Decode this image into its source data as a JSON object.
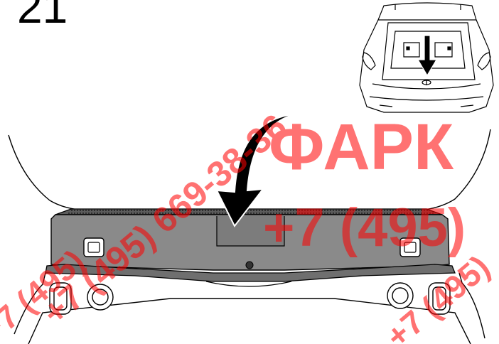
{
  "step": {
    "number": "21"
  },
  "watermark": {
    "brand": "ФАРК",
    "phone_diagonal": "+7 (495) 669-38-36",
    "phone_bold": "+7 (495)",
    "phone_corner_left": "+7 (495)",
    "phone_corner_right": "+7 (495)",
    "color": "#ff0000"
  },
  "icons": {
    "arrow_main": "curved-arrow-down-icon",
    "arrow_inset": "straight-arrow-down-icon"
  },
  "colors": {
    "panel_fill": "#8a8a8a",
    "panel_shadow": "#6f6f6f",
    "line": "#000000"
  }
}
